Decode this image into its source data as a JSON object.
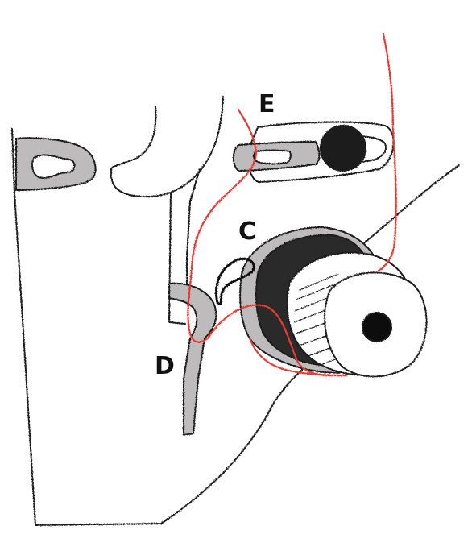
{
  "labels": {
    "e": "E",
    "c": "C",
    "d": "D"
  },
  "colors": {
    "outline": "#1a1a1a",
    "thread_red": "#e63a34",
    "metal_gray": "#bdbbbb",
    "tension_disc_dark": "#2a2a2a",
    "background": "#ffffff"
  }
}
